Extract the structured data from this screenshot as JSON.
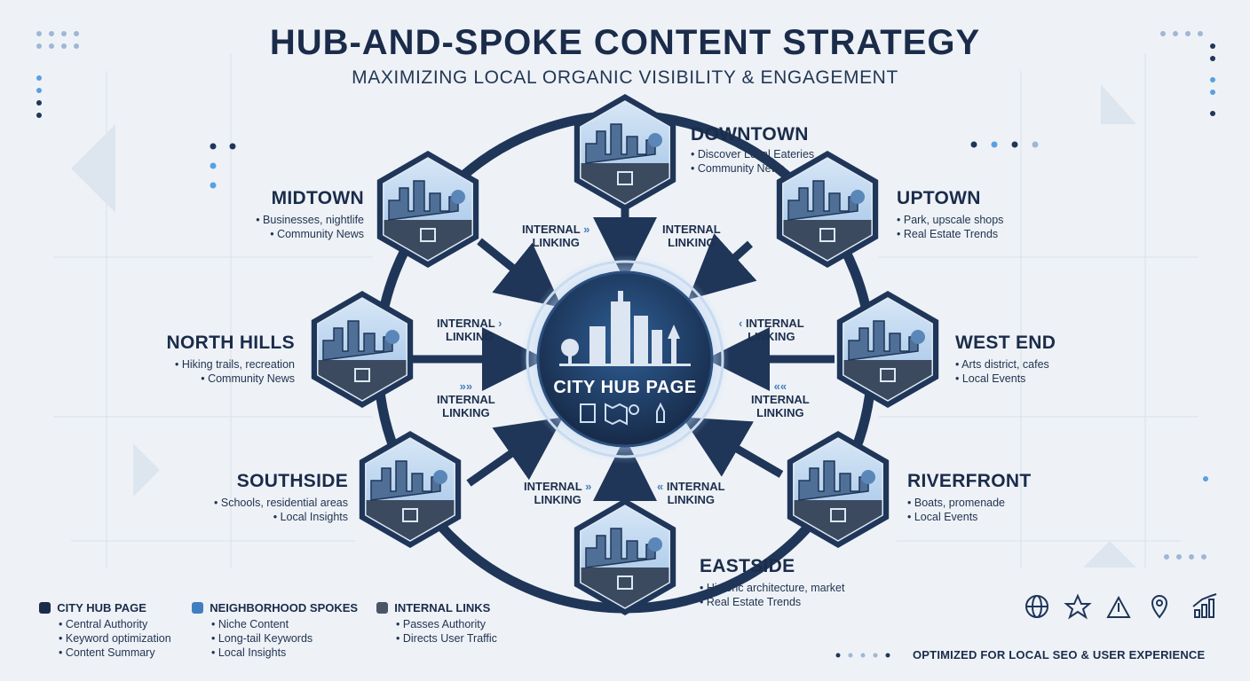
{
  "header": {
    "title": "HUB-AND-SPOKE CONTENT STRATEGY",
    "subtitle": "MAXIMIZING LOCAL ORGANIC VISIBILITY & ENGAGEMENT"
  },
  "hub": {
    "label": "CITY HUB PAGE"
  },
  "spokes": {
    "downtown": {
      "name": "DOWNTOWN",
      "bullets": [
        "Discover Local Eateries",
        "Community News"
      ]
    },
    "uptown": {
      "name": "UPTOWN",
      "bullets": [
        "Park, upscale shops",
        "Real Estate Trends"
      ]
    },
    "west_end": {
      "name": "WEST END",
      "bullets": [
        "Arts district, cafes",
        "Local Events"
      ]
    },
    "riverfront": {
      "name": "RIVERFRONT",
      "bullets": [
        "Boats, promenade",
        "Local Events"
      ]
    },
    "eastside": {
      "name": "EASTSIDE",
      "bullets": [
        "Historic architecture, market",
        "Real Estate Trends"
      ]
    },
    "southside": {
      "name": "SOUTHSIDE",
      "bullets": [
        "Schools, residential areas",
        "Local Insights"
      ]
    },
    "north_hills": {
      "name": "NORTH HILLS",
      "bullets": [
        "Hiking trails, recreation",
        "Community News"
      ]
    },
    "midtown": {
      "name": "MIDTOWN",
      "bullets": [
        "Businesses, nightlife",
        "Community News"
      ]
    }
  },
  "links": {
    "line1": "INTERNAL",
    "line2": "LINKING"
  },
  "legend": [
    {
      "title": "CITY HUB PAGE",
      "items": [
        "Central Authority",
        "Keyword optimization",
        "Content Summary"
      ],
      "color": "#1b2c4a"
    },
    {
      "title": "NEIGHBORHOOD SPOKES",
      "items": [
        "Niche Content",
        "Long-tail Keywords",
        "Local Insights"
      ],
      "color": "#3f7fc0"
    },
    {
      "title": "INTERNAL LINKS",
      "items": [
        "Passes Authority",
        "Directs User Traffic"
      ],
      "color": "#4a5566"
    }
  ],
  "footer": {
    "text": "OPTIMIZED FOR LOCAL SEO & USER EXPERIENCE",
    "icons": [
      "globe-icon",
      "star-icon",
      "mountain-icon",
      "map-pin-icon",
      "bar-chart-icon"
    ]
  },
  "colors": {
    "navy": "#1b2c4a",
    "accent": "#3f7fc0",
    "light": "#a9c8e8",
    "background": "#eef2f7"
  }
}
